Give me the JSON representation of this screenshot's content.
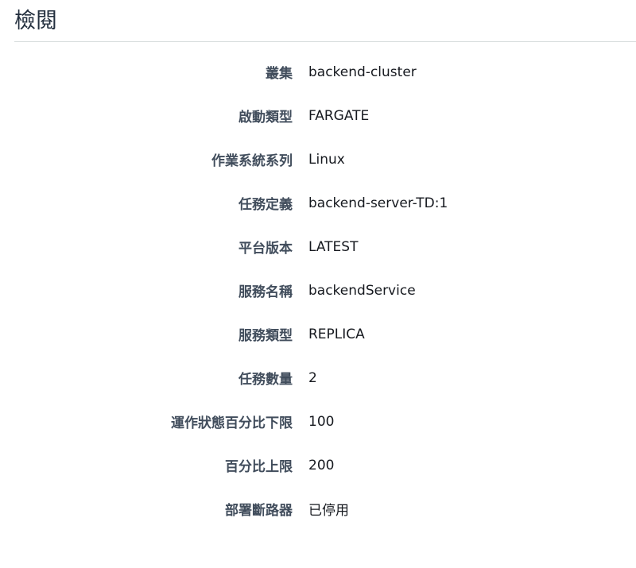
{
  "review": {
    "title": "檢閱",
    "rows": [
      {
        "label": "叢集",
        "value": "backend-cluster"
      },
      {
        "label": "啟動類型",
        "value": "FARGATE"
      },
      {
        "label": "作業系統系列",
        "value": "Linux"
      },
      {
        "label": "任務定義",
        "value": "backend-server-TD:1"
      },
      {
        "label": "平台版本",
        "value": "LATEST"
      },
      {
        "label": "服務名稱",
        "value": "backendService"
      },
      {
        "label": "服務類型",
        "value": "REPLICA"
      },
      {
        "label": "任務數量",
        "value": "2"
      },
      {
        "label": "運作狀態百分比下限",
        "value": "100"
      },
      {
        "label": "百分比上限",
        "value": "200"
      },
      {
        "label": "部署斷路器",
        "value": "已停用"
      }
    ]
  }
}
